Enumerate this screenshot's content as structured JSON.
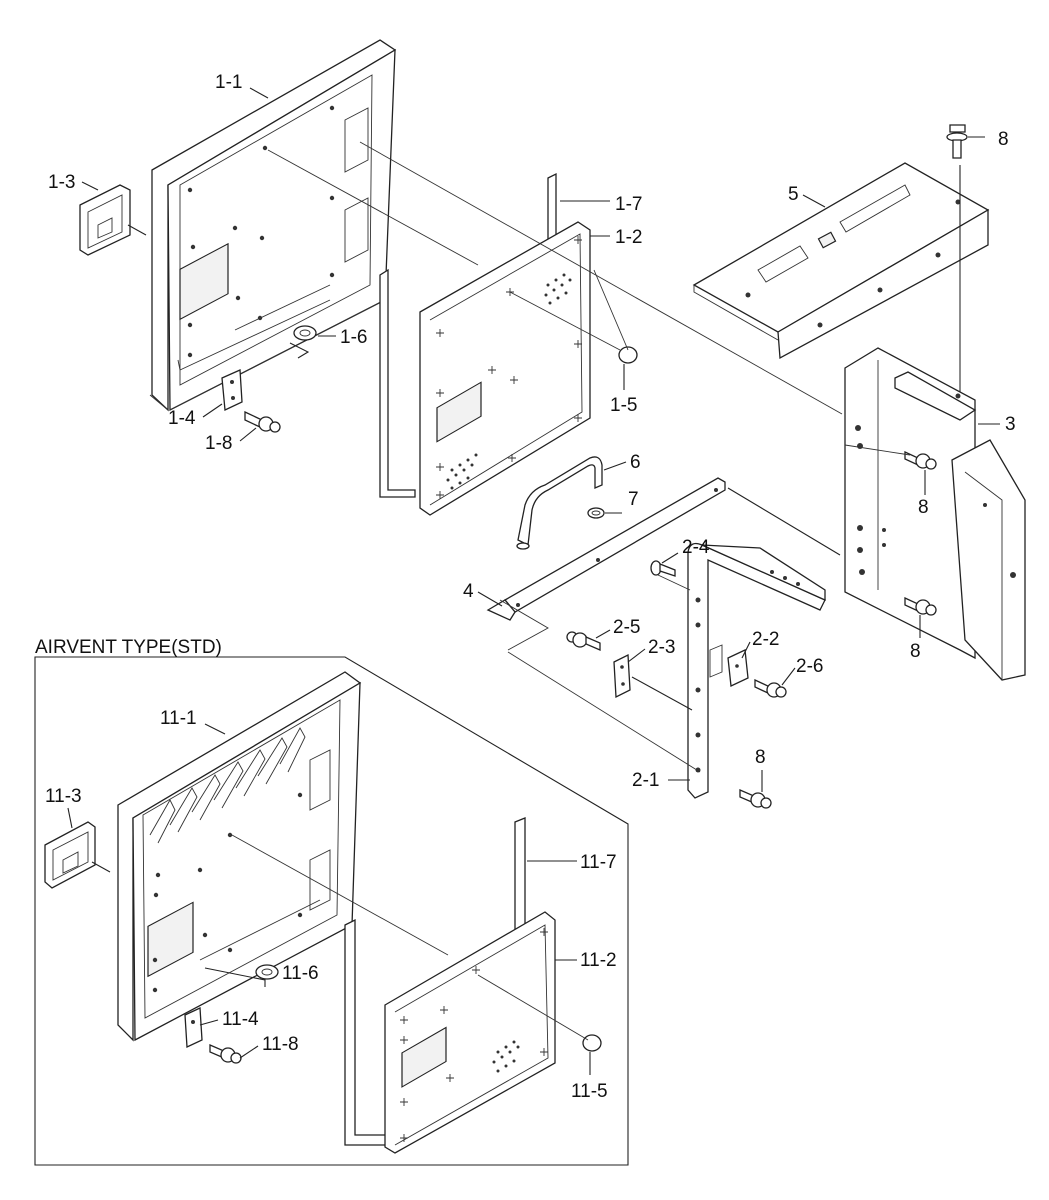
{
  "inset_title": "AIRVENT TYPE(STD)",
  "labels": {
    "p1_1": "1-1",
    "p1_2": "1-2",
    "p1_3": "1-3",
    "p1_4": "1-4",
    "p1_5": "1-5",
    "p1_6": "1-6",
    "p1_7": "1-7",
    "p1_8": "1-8",
    "p2_1": "2-1",
    "p2_2": "2-2",
    "p2_3": "2-3",
    "p2_4": "2-4",
    "p2_5": "2-5",
    "p2_6": "2-6",
    "p3": "3",
    "p4": "4",
    "p5": "5",
    "p6": "6",
    "p7": "7",
    "p8_top": "8",
    "p8_bracket_upper": "8",
    "p8_bracket_lower": "8",
    "p8_rail": "8",
    "p11_1": "11-1",
    "p11_2": "11-2",
    "p11_3": "11-3",
    "p11_4": "11-4",
    "p11_5": "11-5",
    "p11_6": "11-6",
    "p11_7": "11-7",
    "p11_8": "11-8"
  }
}
